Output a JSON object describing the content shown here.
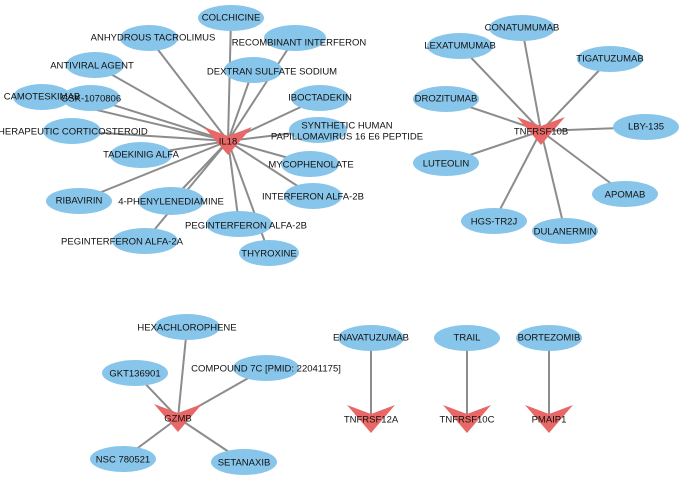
{
  "colors": {
    "drug_fill": "#87c5ea",
    "gene_fill": "#e86767",
    "edge": "#8c8c8c",
    "text": "#111111"
  },
  "genes": [
    {
      "id": "IL18",
      "label": "IL18"
    },
    {
      "id": "TNFRSF10B",
      "label": "TNFRSF10B"
    },
    {
      "id": "GZMB",
      "label": "GZMB"
    },
    {
      "id": "TNFRSF12A",
      "label": "TNFRSF12A"
    },
    {
      "id": "TNFRSF10C",
      "label": "TNFRSF10C"
    },
    {
      "id": "PMAIP1",
      "label": "PMAIP1"
    }
  ],
  "drugs": [
    {
      "id": "colchicine",
      "label": "COLCHICINE",
      "target": "IL18"
    },
    {
      "id": "anhydrous-tacrolimus",
      "label": "ANHYDROUS TACROLIMUS",
      "target": "IL18"
    },
    {
      "id": "recombinant-interferon",
      "label": "RECOMBINANT INTERFERON",
      "target": "IL18"
    },
    {
      "id": "antiviral-agent",
      "label": "ANTIVIRAL AGENT",
      "target": "IL18"
    },
    {
      "id": "dextran-sulfate-sodium",
      "label": "DEXTRAN SULFATE SODIUM",
      "target": "IL18"
    },
    {
      "id": "camoteskimab",
      "label": "CAMOTESKIMAB",
      "target": "IL18"
    },
    {
      "id": "gsk-1070806",
      "label": "GSK-1070806",
      "target": "IL18"
    },
    {
      "id": "iboctadekin",
      "label": "IBOCTADEKIN",
      "target": "IL18"
    },
    {
      "id": "synthetic-hpv",
      "label": "SYNTHETIC HUMAN",
      "label2": "PAPILLOMAVIRUS 16 E6 PEPTIDE",
      "target": "IL18"
    },
    {
      "id": "therapeutic-corticosteroid",
      "label": "THERAPEUTIC CORTICOSTEROID",
      "target": "IL18"
    },
    {
      "id": "tadekinig-alfa",
      "label": "TADEKINIG ALFA",
      "target": "IL18"
    },
    {
      "id": "mycophenolate",
      "label": "MYCOPHENOLATE",
      "target": "IL18"
    },
    {
      "id": "ribavirin",
      "label": "RIBAVIRIN",
      "target": "IL18"
    },
    {
      "id": "4-phenylenediamine",
      "label": "4-PHENYLENEDIAMINE",
      "target": "IL18"
    },
    {
      "id": "interferon-alfa-2b",
      "label": "INTERFERON ALFA-2B",
      "target": "IL18"
    },
    {
      "id": "peginterferon-alfa-2b",
      "label": "PEGINTERFERON ALFA-2B",
      "target": "IL18"
    },
    {
      "id": "peginterferon-alfa-2a",
      "label": "PEGINTERFERON ALFA-2A",
      "target": "IL18"
    },
    {
      "id": "thyroxine",
      "label": "THYROXINE",
      "target": "IL18"
    },
    {
      "id": "conatumumab",
      "label": "CONATUMUMAB",
      "target": "TNFRSF10B"
    },
    {
      "id": "lexatumumab",
      "label": "LEXATUMUMAB",
      "target": "TNFRSF10B"
    },
    {
      "id": "tigatuzumab",
      "label": "TIGATUZUMAB",
      "target": "TNFRSF10B"
    },
    {
      "id": "drozitumab",
      "label": "DROZITUMAB",
      "target": "TNFRSF10B"
    },
    {
      "id": "lby-135",
      "label": "LBY-135",
      "target": "TNFRSF10B"
    },
    {
      "id": "luteolin",
      "label": "LUTEOLIN",
      "target": "TNFRSF10B"
    },
    {
      "id": "apomab",
      "label": "APOMAB",
      "target": "TNFRSF10B"
    },
    {
      "id": "hgs-tr2j",
      "label": "HGS-TR2J",
      "target": "TNFRSF10B"
    },
    {
      "id": "dulanermin",
      "label": "DULANERMIN",
      "target": "TNFRSF10B"
    },
    {
      "id": "hexachlorophene",
      "label": "HEXACHLOROPHENE",
      "target": "GZMB"
    },
    {
      "id": "compound-7c",
      "label": "COMPOUND 7C [PMID: 22041175]",
      "target": "GZMB"
    },
    {
      "id": "gkt136901",
      "label": "GKT136901",
      "target": "GZMB"
    },
    {
      "id": "nsc-780521",
      "label": "NSC 780521",
      "target": "GZMB"
    },
    {
      "id": "setanaxib",
      "label": "SETANAXIB",
      "target": "GZMB"
    },
    {
      "id": "enavatuzumab",
      "label": "ENAVATUZUMAB",
      "target": "TNFRSF12A"
    },
    {
      "id": "trail",
      "label": "TRAIL",
      "target": "TNFRSF10C"
    },
    {
      "id": "bortezomib",
      "label": "BORTEZOMIB",
      "target": "PMAIP1"
    }
  ]
}
